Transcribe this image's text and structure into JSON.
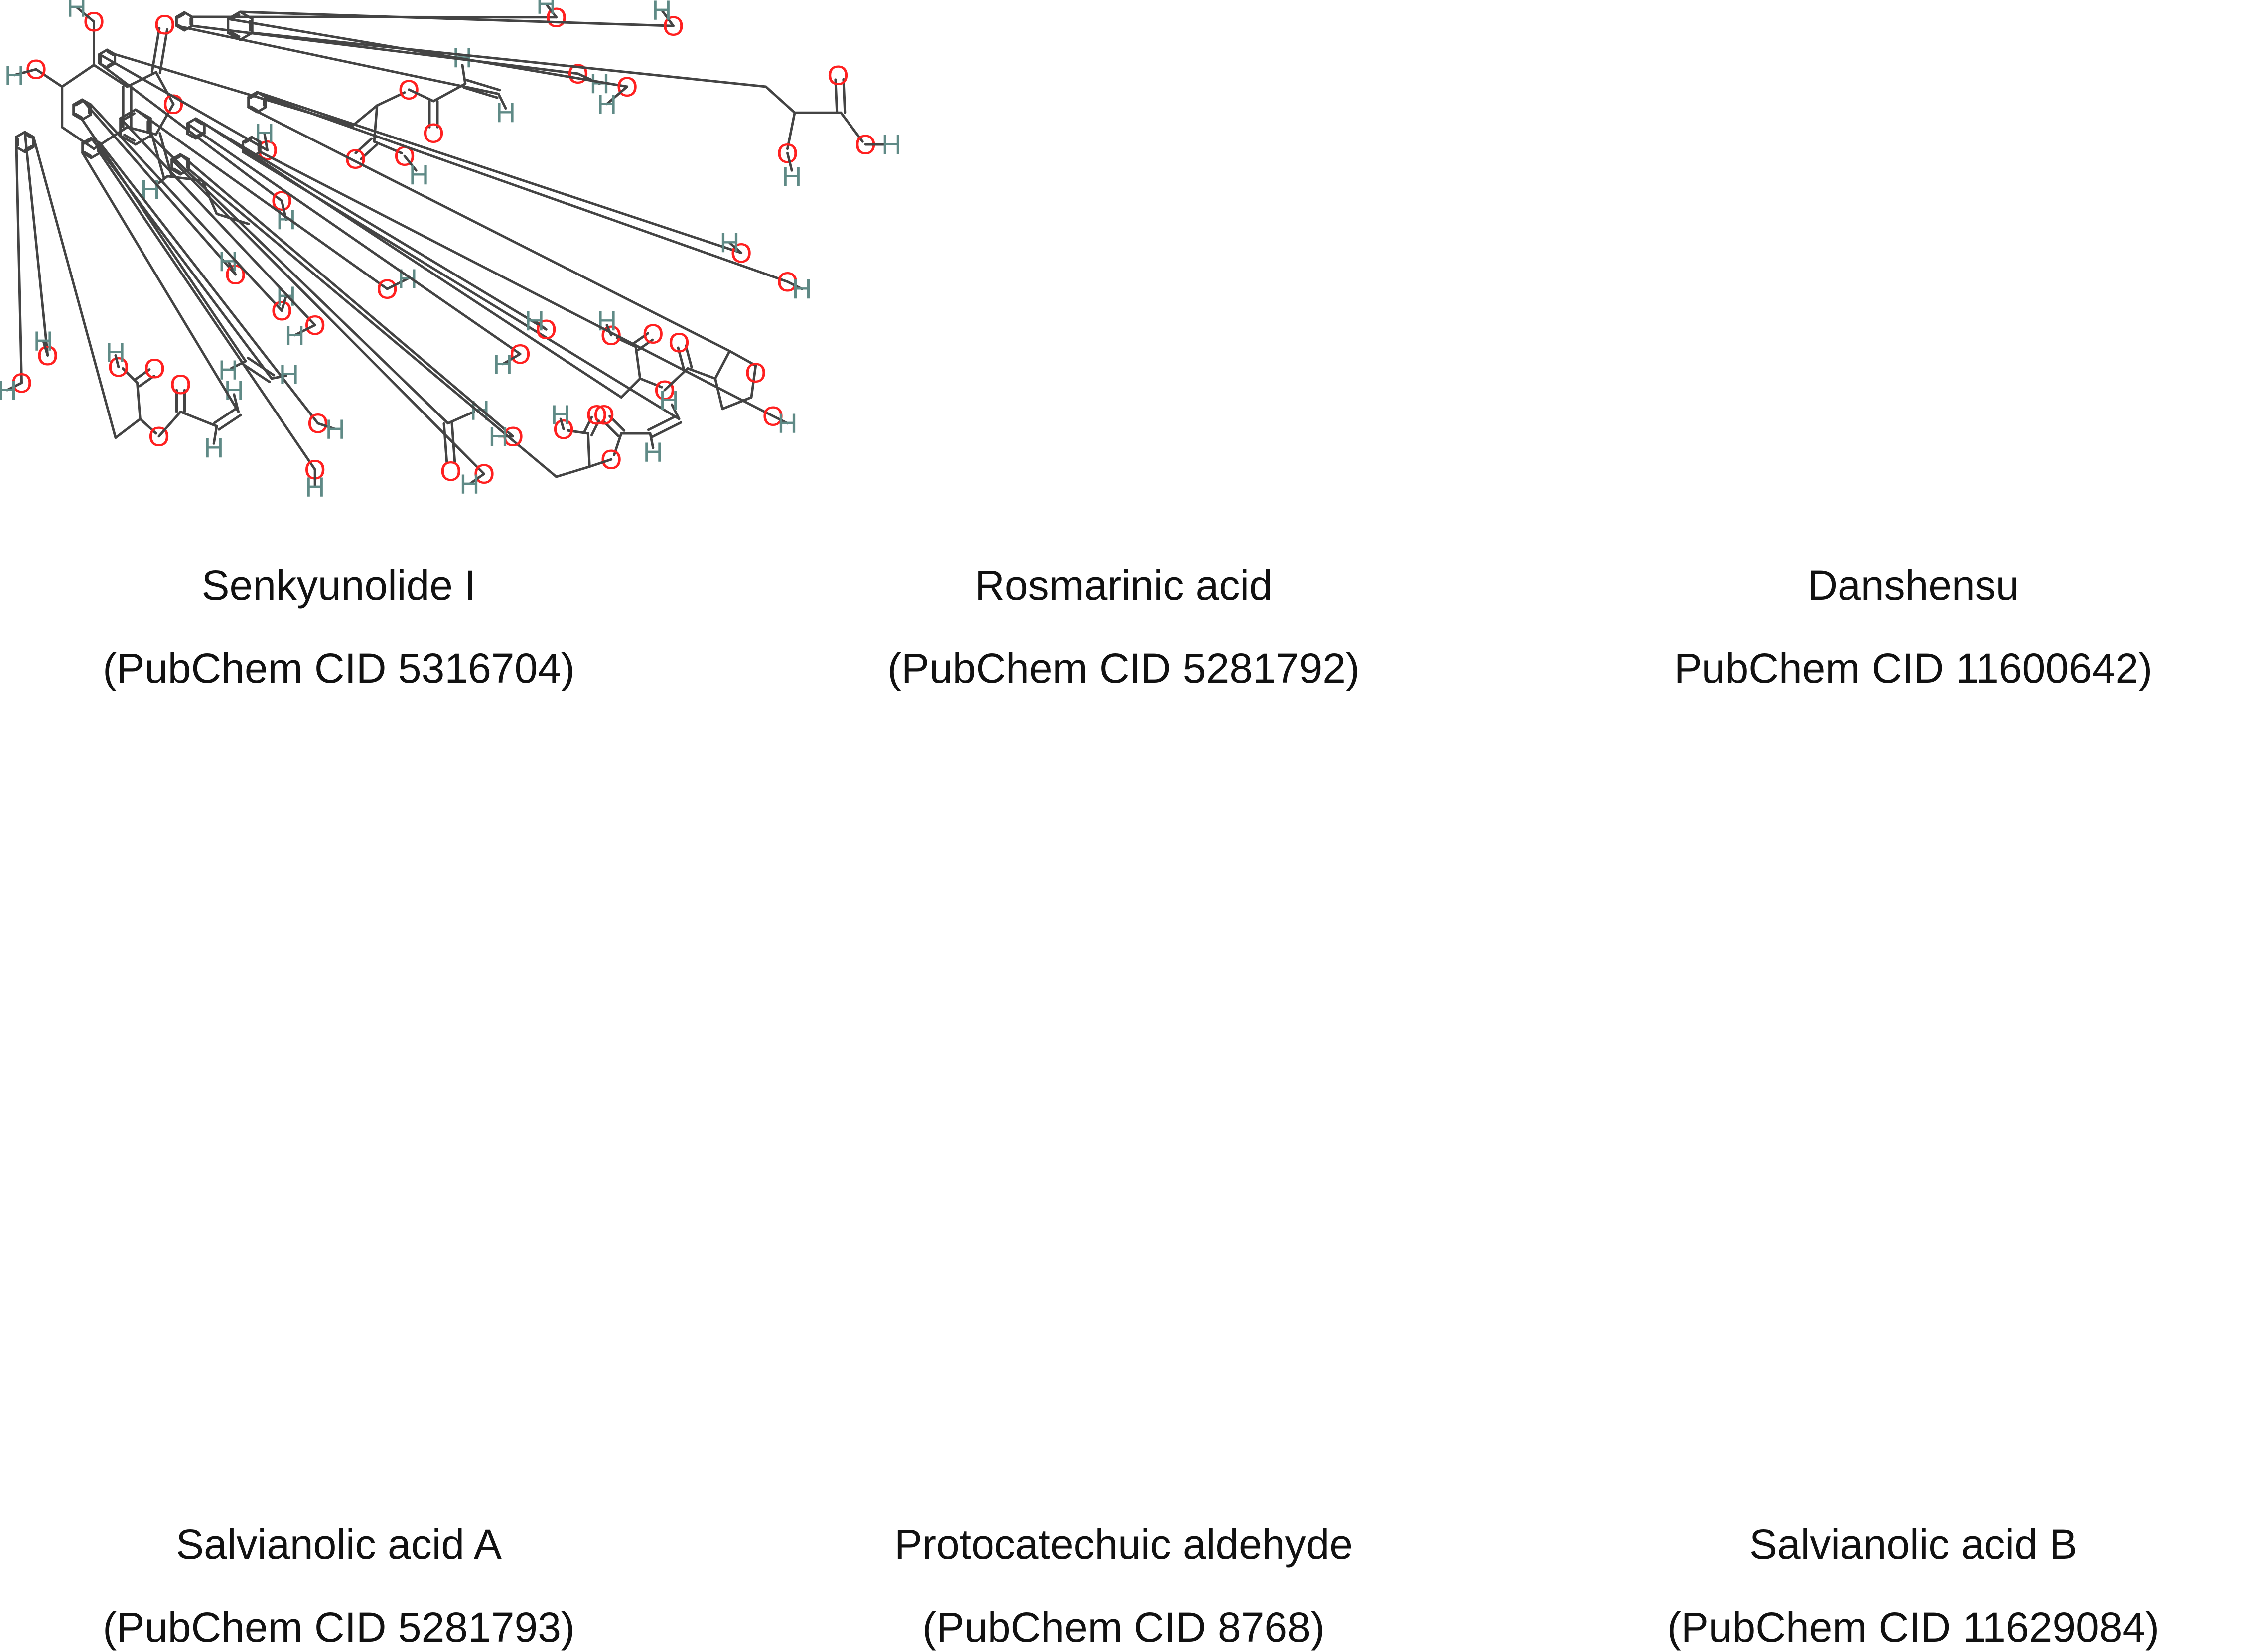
{
  "compounds": [
    {
      "name": "Senkyunolide I",
      "pubchem": "(PubChem CID 5316704)"
    },
    {
      "name": "Rosmarinic acid",
      "pubchem": "(PubChem CID 5281792)"
    },
    {
      "name": "Danshensu",
      "pubchem": "PubChem CID 11600642)"
    },
    {
      "name": "Salvianolic acid A",
      "pubchem": "(PubChem CID 5281793)"
    },
    {
      "name": "Protocatechuic aldehyde",
      "pubchem": "(PubChem CID  8768)"
    },
    {
      "name": "Salvianolic acid B",
      "pubchem": "(PubChem CID 11629084)"
    }
  ],
  "atom_labels": {
    "oxygen": "O",
    "hydrogen": "H"
  },
  "colors": {
    "oxygen": "#ff2020",
    "hydrogen": "#5f8a86",
    "bond": "#444444",
    "text": "#111111"
  }
}
